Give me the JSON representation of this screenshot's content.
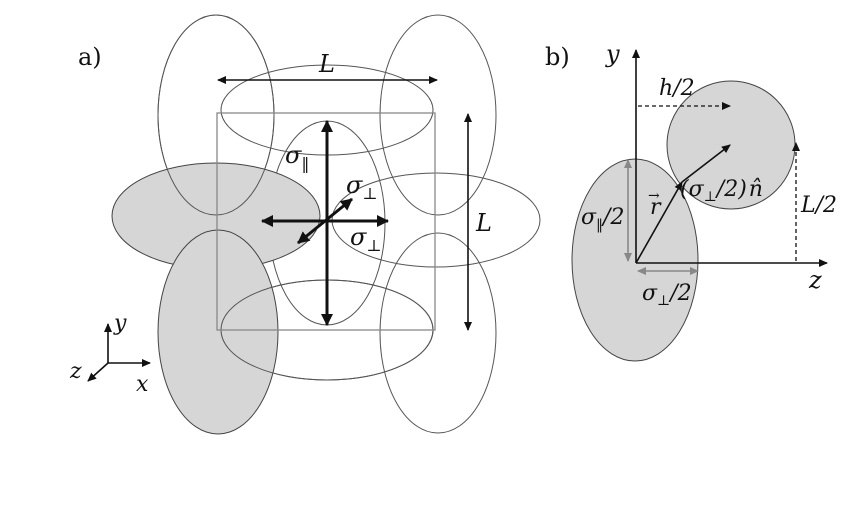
{
  "panel_a": {
    "label": "a)",
    "L_top": "L",
    "L_right": "L",
    "sigma_par": "σ",
    "sigma_par_sub": "‖",
    "sigma_perp_1": "σ",
    "sigma_perp_1_sub": "⊥",
    "sigma_perp_2": "σ",
    "sigma_perp_2_sub": "⊥",
    "axis_y": "y",
    "axis_z": "z",
    "axis_x": "x"
  },
  "panel_b": {
    "label": "b)",
    "axis_y": "y",
    "axis_z": "z",
    "h_half": "h/2",
    "L_half": "L/2",
    "r_vec": "r",
    "r_arrow": "→",
    "sigma_par_half": "σ",
    "sigma_par_half_sub": "‖",
    "sigma_par_half_tail": "/2",
    "sigma_perp_half": "σ",
    "sigma_perp_half_sub": "⊥",
    "sigma_perp_half_tail": "/2",
    "n_term_open": "(σ",
    "n_term_sub": "⊥",
    "n_term_close": "/2)",
    "n_hat": "n̂"
  },
  "colors": {
    "shade": "#d6d6d6",
    "outline": "#555555",
    "ink": "#111111",
    "grey_arrow": "#888888"
  }
}
